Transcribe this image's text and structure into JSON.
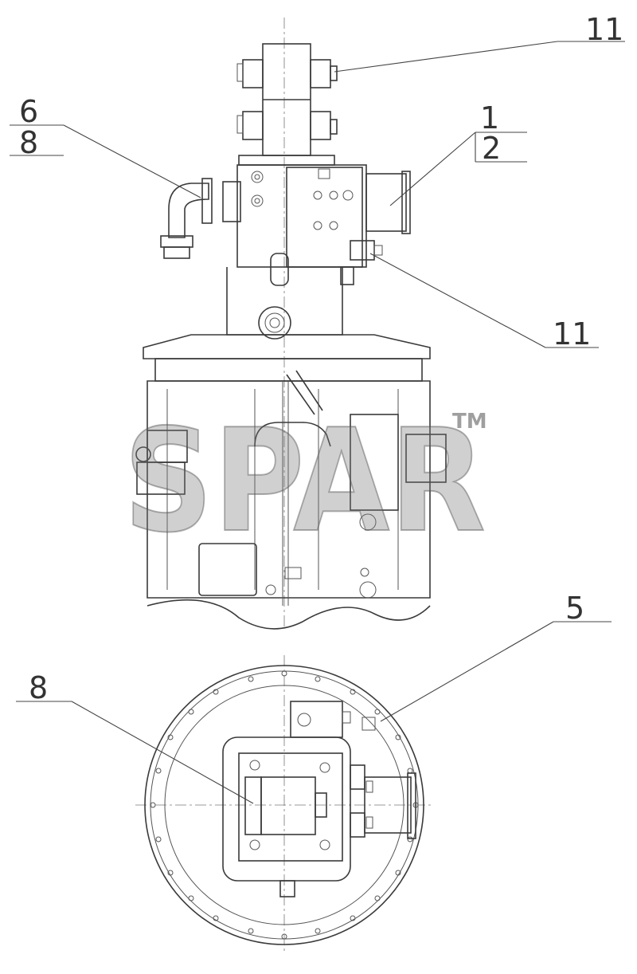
{
  "watermark": {
    "text": "SPAR",
    "tm": "TM"
  },
  "callouts": {
    "c11_top": "11",
    "c6": "6",
    "c8_top": "8",
    "c1": "1",
    "c2": "2",
    "c11_mid": "11",
    "c5": "5",
    "c8_bottom": "8"
  },
  "colors": {
    "line": "#3a3a3a",
    "background": "#ffffff"
  }
}
